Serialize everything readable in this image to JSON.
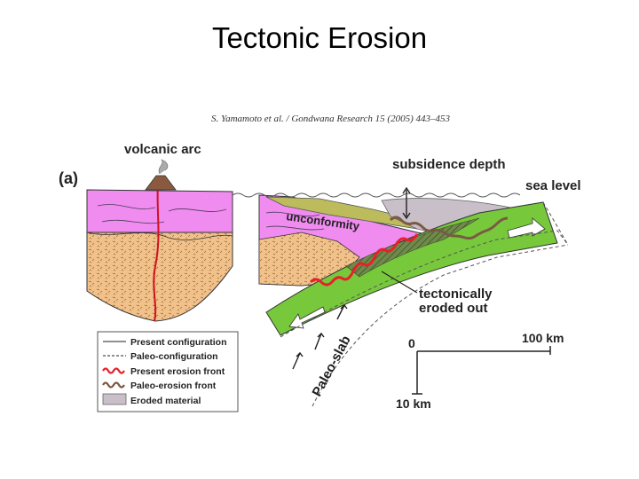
{
  "slide": {
    "title": "Tectonic Erosion"
  },
  "figure": {
    "citation": "S. Yamamoto et al. / Gondwana Research 15 (2005) 443–453",
    "panel_label": "(a)",
    "labels": {
      "volcanic_arc": "volcanic arc",
      "subsidence_depth": "subsidence depth",
      "sea_level": "sea level",
      "unconformity": "unconformity",
      "tectonically_eroded_out": [
        "tectonically",
        "eroded out"
      ],
      "paleo_slab": "Paleo-slab"
    },
    "scale_bar": {
      "origin": "0",
      "horizontal": "100 km",
      "vertical": "10 km"
    },
    "legend": [
      {
        "label": "Present configuration",
        "style": "solid"
      },
      {
        "label": "Paleo-configuration",
        "style": "dashed"
      },
      {
        "label": "Present erosion front",
        "style": "red-wave"
      },
      {
        "label": "Paleo-erosion front",
        "style": "brown-wave"
      },
      {
        "label": "Eroded material",
        "style": "gray-box"
      }
    ],
    "colors": {
      "crust": "#f08cf0",
      "lower_crust": "#f2c18a",
      "slab": "#78c83c",
      "sediment": "#bcbc5c",
      "eroded": "#c9bfc9",
      "erosion_front": "#e8202a",
      "paleo_front": "#7a5a44"
    }
  }
}
